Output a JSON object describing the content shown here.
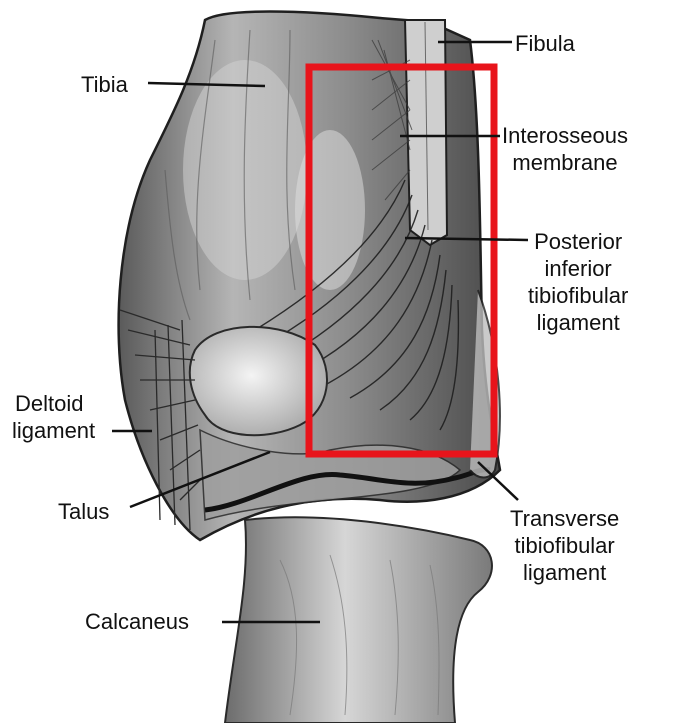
{
  "highlight_color": "#e8141b",
  "labels": {
    "tibia": "Tibia",
    "fibula": "Fibula",
    "interosseous": [
      "Interosseous",
      "membrane"
    ],
    "posterior": [
      "Posterior",
      "inferior",
      "tibiofibular",
      "ligament"
    ],
    "deltoid": [
      "Deltoid",
      "ligament"
    ],
    "talus": "Talus",
    "transverse": [
      "Transverse",
      "tibiofibular",
      "ligament"
    ],
    "calcaneus": "Calcaneus"
  }
}
